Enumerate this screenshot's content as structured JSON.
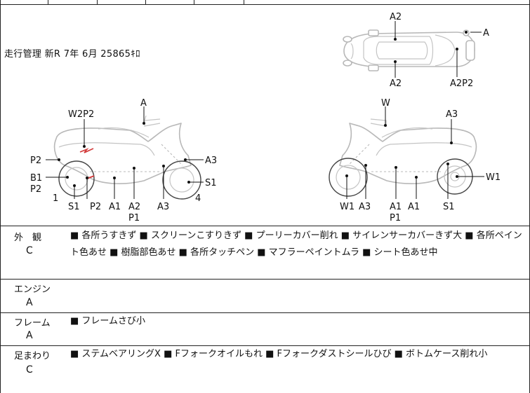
{
  "mileage": "走行管理 新R  7年  6月  25865ｷﾛ",
  "diagram_labels": {
    "top": {
      "a2_front": "A2",
      "a_right": "A",
      "a2_lower": "A2",
      "a2p2": "A2P2"
    },
    "left": {
      "a_top": "A",
      "w2p2": "W2P2",
      "p2_side": "P2",
      "a3_right": "A3",
      "b1": "B1",
      "p2_lower": "P2",
      "s1_right": "S1",
      "num_1": "1",
      "num_4": "4",
      "s1_bottom": "S1",
      "p2_bottom": "P2",
      "a1_bottom": "A1",
      "a2_bottom": "A2",
      "a3_bottom": "A3",
      "p1_bottom": "P1"
    },
    "right": {
      "w_top": "W",
      "a3_top": "A3",
      "w1_side": "W1",
      "w1_bottom": "W1",
      "a3_bottom": "A3",
      "a1_bottom_a": "A1",
      "a1_bottom_b": "A1",
      "s1_bottom": "S1",
      "p1_bottom": "P1"
    }
  },
  "sections": [
    {
      "name": "外　観",
      "grade": "C",
      "notes": "■ 各所うすきず ■ スクリーンこすりきず ■ プーリーカバー削れ ■ サイレンサーカバーきず大 ■ 各所ペイント色あせ ■ 樹脂部色あせ ■ 各所タッチペン ■ マフラーペイントムラ ■ シート色あせ中"
    },
    {
      "name": "エンジン",
      "grade": "A",
      "notes": ""
    },
    {
      "name": "フレーム",
      "grade": "A",
      "notes": "■ フレームさび小"
    },
    {
      "name": "足まわり",
      "grade": "C",
      "notes": "■ ステムベアリングX ■ Fフォークオイルもれ ■ Fフォークダストシールひび ■ ボトムケース削れ小"
    }
  ]
}
